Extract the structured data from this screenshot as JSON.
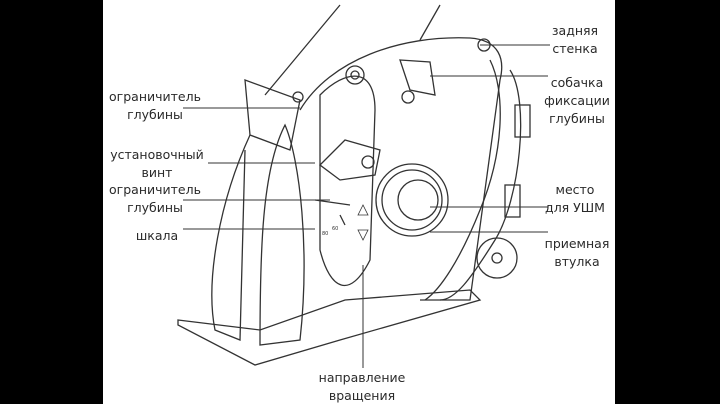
{
  "labels": {
    "back_wall": [
      "задняя",
      "стенка"
    ],
    "depth_pawl": [
      "собачка",
      "фиксации",
      "глубины"
    ],
    "grinder_mount": [
      "место",
      "для УШМ"
    ],
    "receiving_sleeve": [
      "приемная",
      "втулка"
    ],
    "depth_limiter_top": [
      "ограничитель",
      "глубины"
    ],
    "set_screw": [
      "установочный",
      "винт"
    ],
    "depth_limiter_mid": [
      "ограничитель",
      "глубины"
    ],
    "scale": [
      "шкала"
    ],
    "rotation_direction": [
      "направление",
      "вращения"
    ]
  },
  "colors": {
    "line": "#333333",
    "background": "#ffffff",
    "letterbox": "#000000"
  }
}
